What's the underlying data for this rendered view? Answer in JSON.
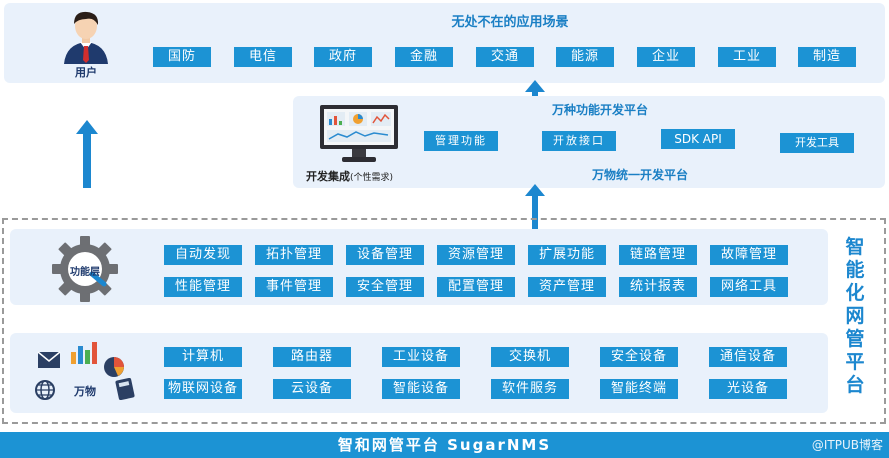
{
  "top": {
    "title": "无处不在的应用场景",
    "user_label": "用户",
    "scenarios": [
      "国防",
      "电信",
      "政府",
      "金融",
      "交通",
      "能源",
      "企业",
      "工业",
      "制造"
    ]
  },
  "dev": {
    "title": "万种功能开发平台",
    "items": [
      "管理功能",
      "开放接口",
      "SDK API",
      "开发工具"
    ],
    "subtitle": "万物统一开发平台",
    "label_main": "开发集成",
    "label_sub": "(个性需求)"
  },
  "functions": {
    "label": "功能层",
    "row1": [
      "自动发现",
      "拓扑管理",
      "设备管理",
      "资源管理",
      "扩展功能",
      "链路管理",
      "故障管理"
    ],
    "row2": [
      "性能管理",
      "事件管理",
      "安全管理",
      "配置管理",
      "资产管理",
      "统计报表",
      "网络工具"
    ]
  },
  "things": {
    "label": "万物",
    "row1": [
      "计算机",
      "路由器",
      "工业设备",
      "交换机",
      "安全设备",
      "通信设备"
    ],
    "row2": [
      "物联网设备",
      "云设备",
      "智能设备",
      "软件服务",
      "智能终端",
      "光设备"
    ]
  },
  "side_title": [
    "智",
    "能",
    "化",
    "网",
    "管",
    "平",
    "台"
  ],
  "footer": "智和网管平台 SugarNMS",
  "watermark": "@ITPUB博客",
  "colors": {
    "accent": "#1c93d4",
    "panel": "#e9f1fb",
    "dash": "#9a9a9a"
  }
}
